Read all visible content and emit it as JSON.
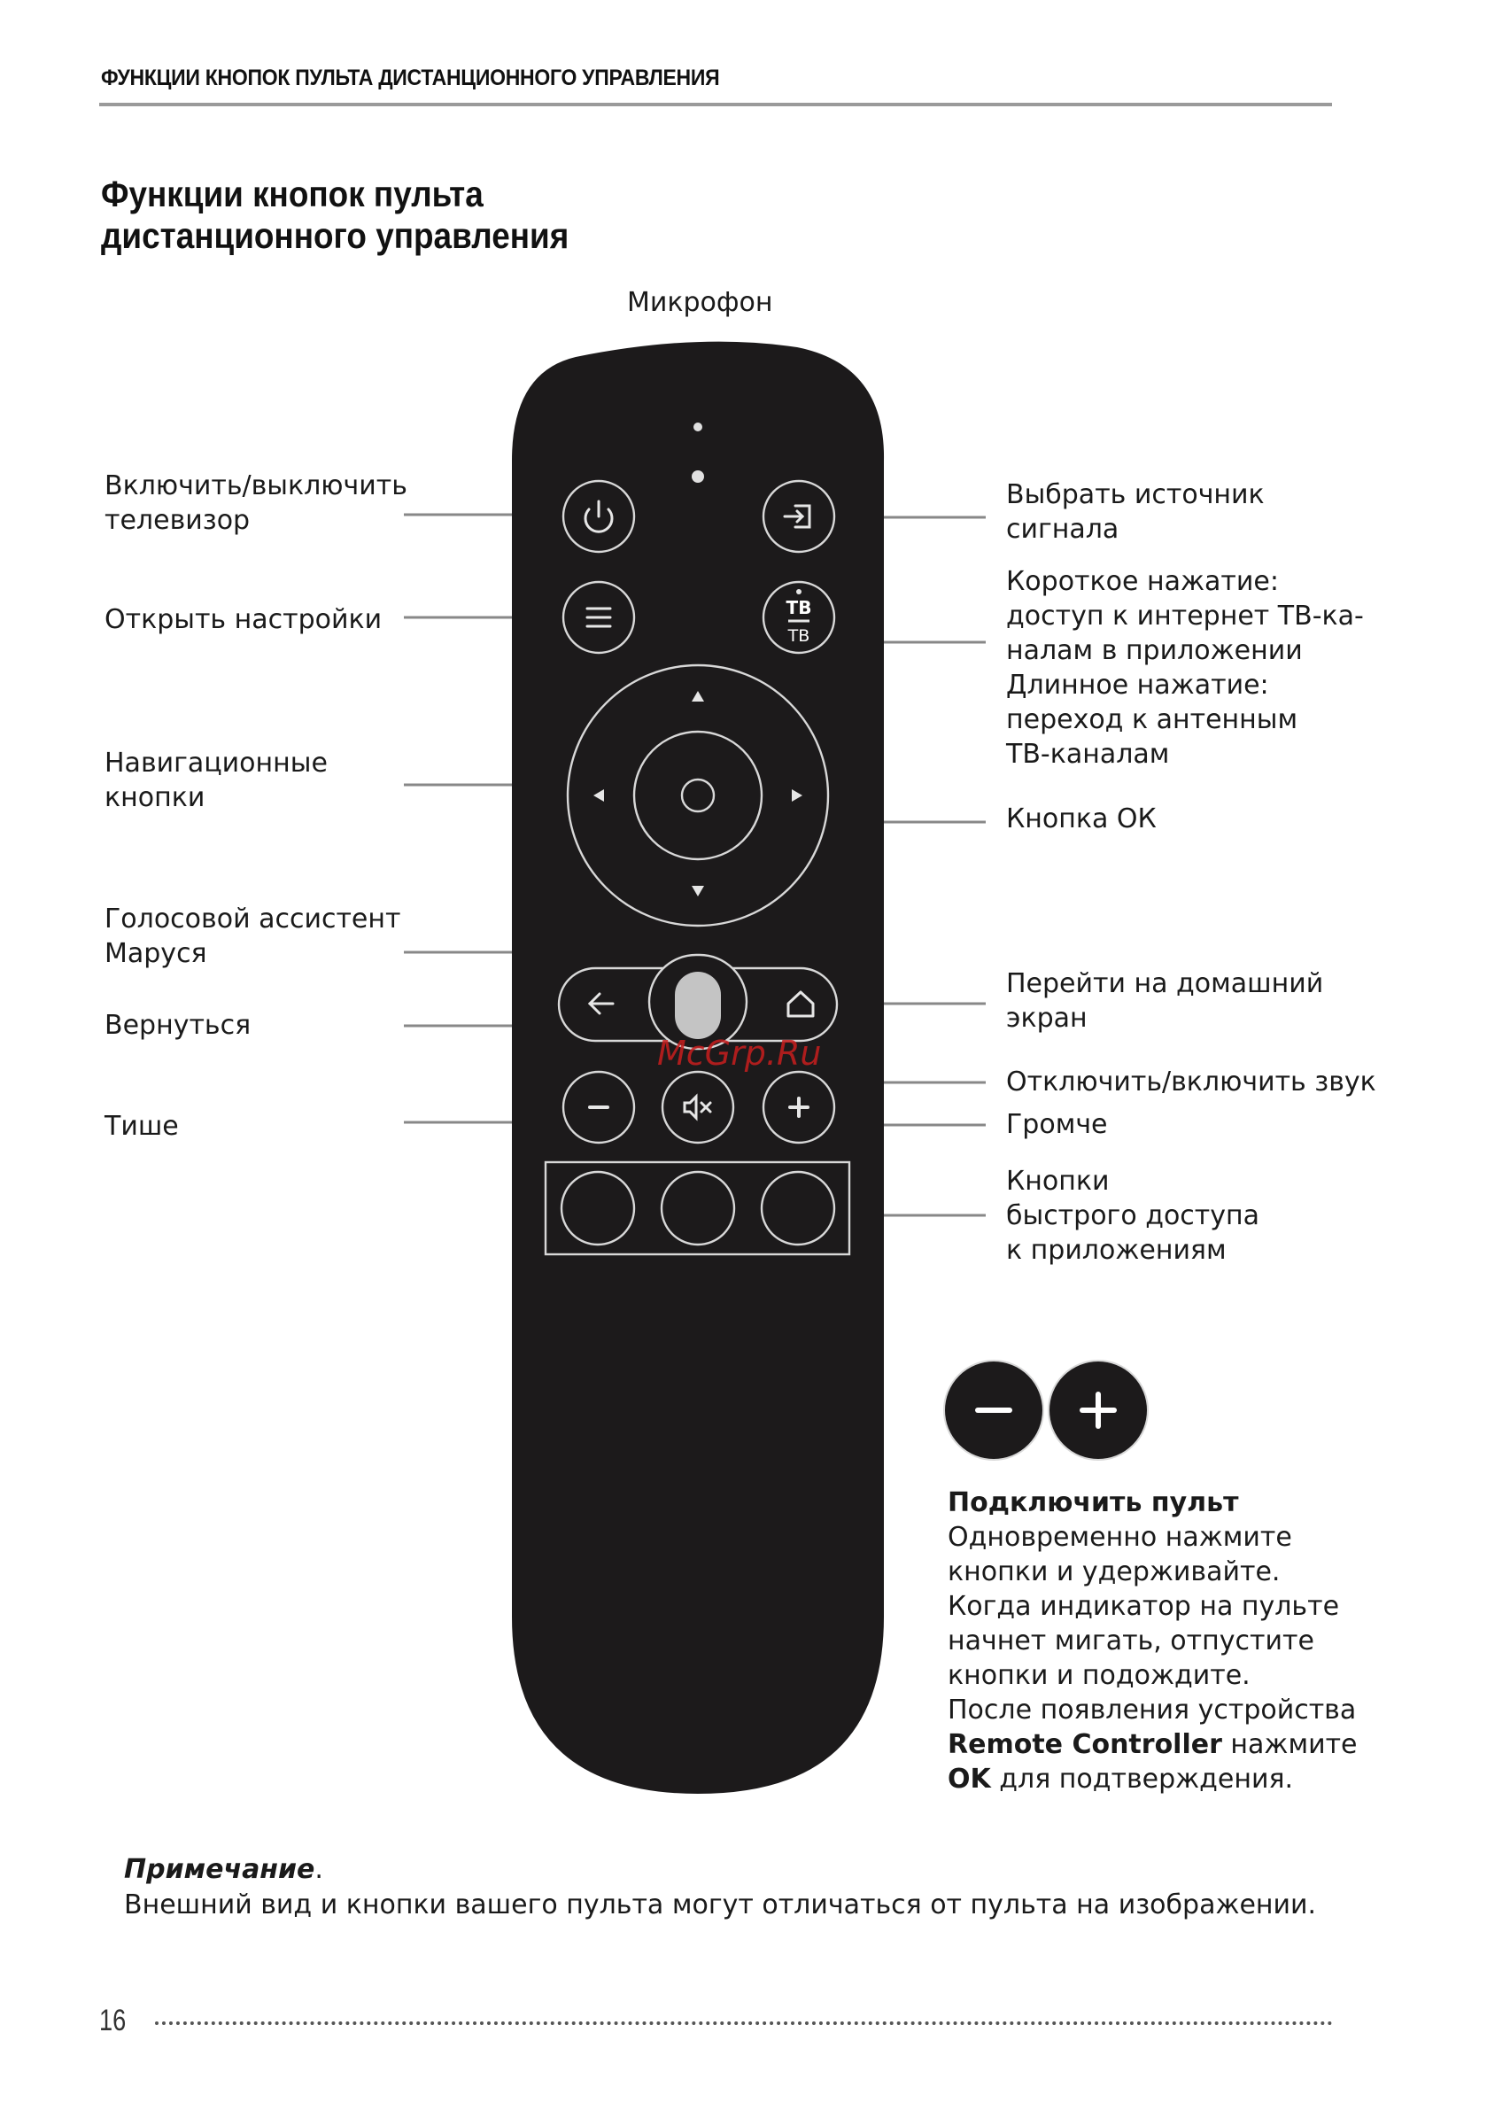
{
  "header": {
    "title": "ФУНКЦИИ КНОПОК ПУЛЬТА ДИСТАНЦИОННОГО УПРАВЛЕНИЯ"
  },
  "page_title": {
    "line1": "Функции кнопок пульта",
    "line2": "дистанционного управления"
  },
  "labels": {
    "microphone": "Микрофон",
    "power": [
      "Включить/выключить",
      "телевизор"
    ],
    "settings": "Открыть настройки",
    "navigation": [
      "Навигационные",
      "кнопки"
    ],
    "voice": [
      "Голосовой ассистент",
      "Маруся"
    ],
    "back": "Вернуться",
    "volume_down": "Тише",
    "source": [
      "Выбрать источник",
      "сигнала"
    ],
    "tv": [
      "Короткое нажатие:",
      "доступ к интернет ТВ-ка-",
      "налам в приложении",
      "Длинное нажатие:",
      "переход к антенным",
      "ТВ-каналам"
    ],
    "ok": "Кнопка ОК",
    "home": [
      "Перейти на домашний",
      "экран"
    ],
    "mute": "Отключить/включить звук",
    "volume_up": "Громче",
    "quick": [
      "Кнопки",
      "быстрого доступа",
      "к приложениям"
    ]
  },
  "remote": {
    "tv_button_text_top": "ТВ",
    "tv_button_text_bottom": "ТВ"
  },
  "pairing": {
    "title": "Подключить пульт",
    "lines": [
      "Одновременно нажмите",
      "кнопки и удерживайте.",
      "Когда индикатор на пульте",
      "начнет мигать, отпустите",
      "кнопки и подождите.",
      "После появления устройства"
    ],
    "device_name": "Remote Controller",
    "line_after_device": " нажмите",
    "ok_word": "OK",
    "line_last": " для подтверждения."
  },
  "note": {
    "title": "Примечание",
    "title_suffix": ".",
    "text": "Внешний вид и кнопки вашего пульта могут отличаться от пульта на изображении."
  },
  "watermark": "McGrp.Ru",
  "page_number": "16",
  "colors": {
    "remote_body": "#1c1a1b",
    "button_stroke": "#d8d8d8",
    "leader_line": "#888888",
    "rule": "#9a9a9a",
    "watermark": "#c81e1e"
  }
}
